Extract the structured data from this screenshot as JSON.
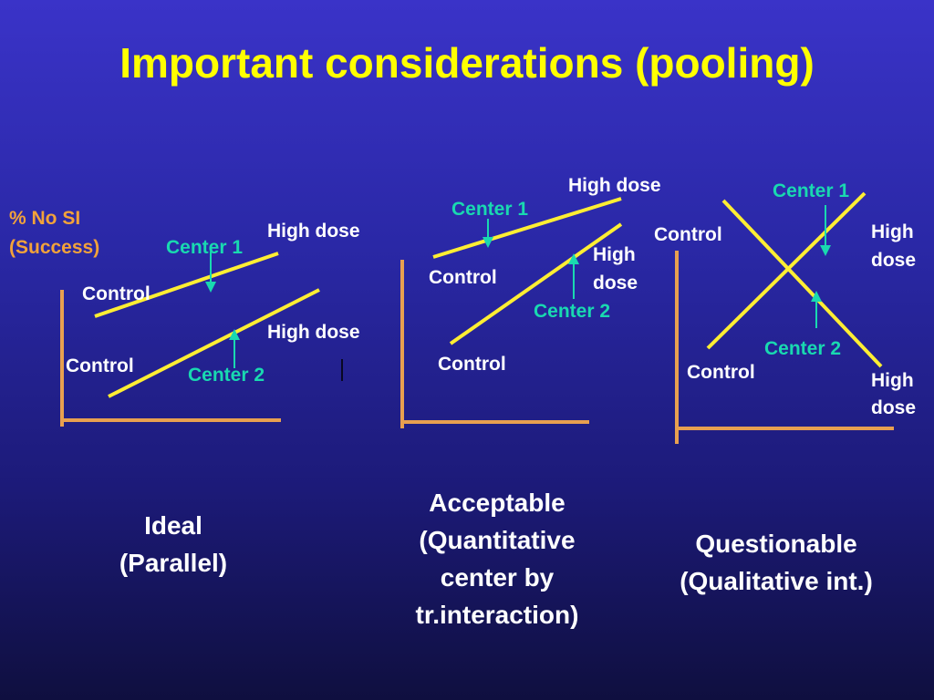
{
  "title": "Important considerations (pooling)",
  "colors": {
    "line": "#ffee33",
    "axis": "#e8a050",
    "center_label": "#19d9b0",
    "y_label": "#f2a23a",
    "text": "#ffffff",
    "title": "#ffff00"
  },
  "y_axis_label": {
    "line1": "% No SI",
    "line2": "(Success)"
  },
  "panels": [
    {
      "caption": "Ideal\n(Parallel)",
      "labels": {
        "control_1": "Control",
        "control_2": "Control",
        "high_dose_1": "High dose",
        "high_dose_2": "High dose",
        "center_1": "Center 1",
        "center_2": "Center 2"
      }
    },
    {
      "caption": "Acceptable\n(Quantitative\n center by\ntr.interaction)",
      "labels": {
        "control_1": "Control",
        "control_2": "Control",
        "high_dose_1": "High dose",
        "high_dose_2_line1": "High",
        "high_dose_2_line2": "dose",
        "center_1": "Center 1",
        "center_2": "Center 2"
      }
    },
    {
      "caption": "Questionable\n(Qualitative int.)",
      "labels": {
        "control_1": "Control",
        "control_2": "Control",
        "high_dose_1_line1": "High",
        "high_dose_1_line2": "dose",
        "high_dose_2_line1": "High",
        "high_dose_2_line2": "dose",
        "center_1": "Center 1",
        "center_2": "Center 2"
      }
    }
  ]
}
